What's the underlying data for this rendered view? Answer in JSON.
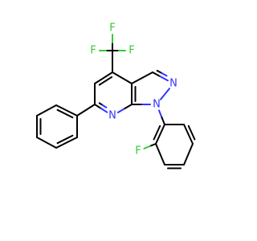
{
  "colors": {
    "carbon_bond": "#000000",
    "nitrogen": "#3333ff",
    "fluorine": "#33cc33",
    "background": "#ffffff"
  },
  "atoms": [
    {
      "id": "C_cf3",
      "label": ""
    },
    {
      "id": "F1",
      "label": "F"
    },
    {
      "id": "F2",
      "label": "F"
    },
    {
      "id": "F3",
      "label": "F"
    },
    {
      "id": "N_pz2",
      "label": "N"
    },
    {
      "id": "N_pz1",
      "label": "N"
    },
    {
      "id": "N_py",
      "label": "N"
    },
    {
      "id": "F_ar",
      "label": "F"
    }
  ]
}
